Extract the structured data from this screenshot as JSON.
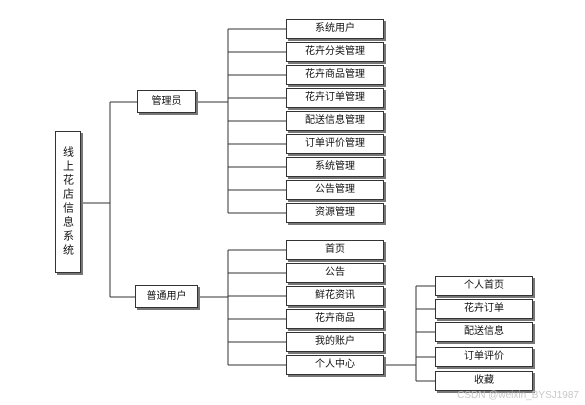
{
  "root": "线上花店信息系统",
  "branches": [
    {
      "label": "管理员",
      "children": [
        "系统用户",
        "花卉分类管理",
        "花卉商品管理",
        "花卉订单管理",
        "配送信息管理",
        "订单评价管理",
        "系统管理",
        "公告管理",
        "资源管理"
      ]
    },
    {
      "label": "普通用户",
      "children": [
        "首页",
        "公告",
        "鲜花资讯",
        "花卉商品",
        "我的账户",
        "个人中心"
      ]
    }
  ],
  "personal_center": {
    "label": "个人中心",
    "children": [
      "个人首页",
      "花卉订单",
      "配送信息",
      "订单评价",
      "收藏"
    ]
  },
  "watermark": "CSDN @weixin_BYSJ1987"
}
